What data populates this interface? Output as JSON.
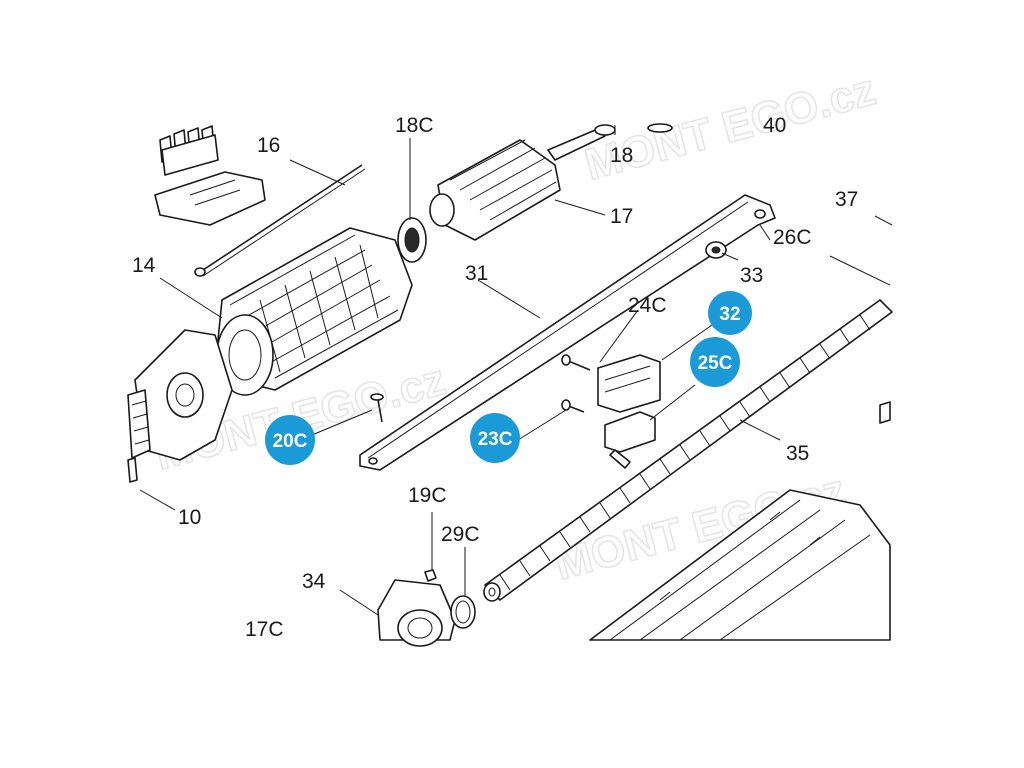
{
  "watermark": "MONT EGO.cz",
  "highlight_color": "#1a9ad6",
  "labels": {
    "l10": "10",
    "l14": "14",
    "l16": "16",
    "l17": "17",
    "l17c": "17C",
    "l18": "18",
    "l18c": "18C",
    "l19c": "19C",
    "l24c": "24C",
    "l26c": "26C",
    "l29c": "29C",
    "l31": "31",
    "l33": "33",
    "l34": "34",
    "l35": "35",
    "l37": "37",
    "l40": "40"
  },
  "highlighted_labels": {
    "h20c": "20C",
    "h23c": "23C",
    "h25c": "25C",
    "h32": "32"
  }
}
